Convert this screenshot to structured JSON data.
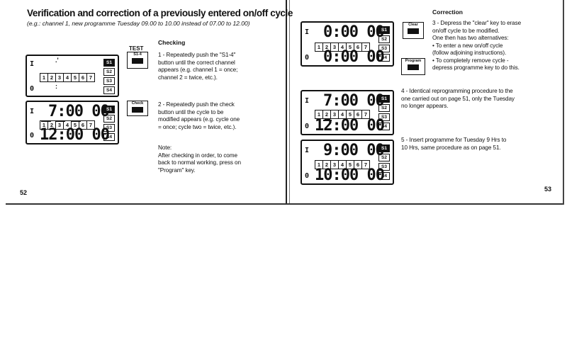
{
  "left_page": {
    "title": "Verification and correction of a previously entered on/off cycle",
    "subtitle": "(e.g.: channel 1, new programme Tuesday 09.00 to 10.00 instead of 07.00 to 12.00)",
    "checking_heading": "Checking",
    "test_label": "TEST",
    "s14_button": "S1-4",
    "check_button": "Check",
    "step1": "1 - Repeatedly push the \"S1-4\"\nbutton until the correct channel\nappears (e.g. channel 1 = once;\nchannel 2 = twice, etc.).",
    "step2": "2 - Repeatedly push the check\nbutton until the cycle to be\nmodified appears (e.g. cycle one\n= once; cycle two = twice, etc.).",
    "note": "Note:\nAfter checking in order, to come\nback to normal working, press on\n\"Program\" key.",
    "page_number": "52"
  },
  "right_page": {
    "correction_heading": "Correction",
    "clear_button": "Clear",
    "program_button": "Program",
    "step3": "3 - Depress the \"clear\" key to erase\non/off cycle to be modified.\nOne then has two alternatives:\n• To enter a new on/off cycle\n(follow adjoining instructions).\n• To completely remove cycle -\ndepress programme key to do this.",
    "step4": "4 - Identical reprogramming procedure to the\none carried out on page 51, only the Tuesday\nno longer appears.",
    "step5": "5 - Insert programme for Tuesday 9 Hrs to\n10 Hrs, same procedure as on page 51.",
    "page_number": "53"
  },
  "displays": {
    "on_mark": "I",
    "off_mark": "0",
    "channels": [
      "S1",
      "S2",
      "S3",
      "S4"
    ],
    "days_six": [
      "1",
      "2",
      "3",
      "4",
      "5",
      "6",
      "7"
    ],
    "days_left1": [
      "1",
      "2",
      "3",
      "4",
      "5",
      "6",
      "7"
    ],
    "d2_on": "7:00 00",
    "d2_off": "12:00 00",
    "r1_on": "0:00 00",
    "r1_off": "0:00 00",
    "r2_on": "7:00 00",
    "r2_off": "12:00 00",
    "r3_on": "9:00 00",
    "r3_off": "10:00 00"
  }
}
